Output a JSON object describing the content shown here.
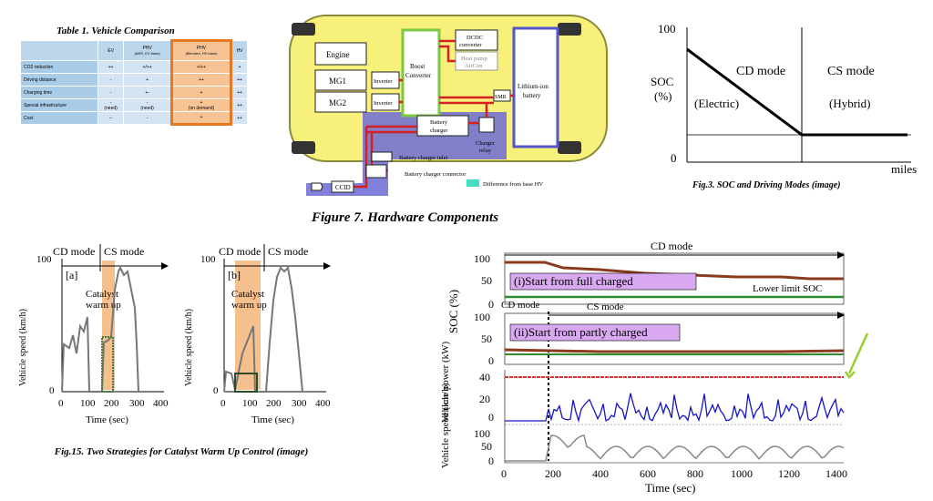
{
  "table1": {
    "title": "Table 1. Vehicle Comparison",
    "headers": [
      {
        "main": "",
        "sub": ""
      },
      {
        "main": "EV",
        "sub": ""
      },
      {
        "main": "PHV",
        "sub": "(AER, EV base)"
      },
      {
        "main": "PHV",
        "sub": "(Blended, HV base)"
      },
      {
        "main": "HV",
        "sub": ""
      }
    ],
    "rows": [
      {
        "label": "CO2 reduction",
        "cells": [
          "++",
          "+/++",
          "+/++",
          "+"
        ]
      },
      {
        "label": "Driving distance",
        "cells": [
          "-",
          "+",
          "++",
          "++"
        ]
      },
      {
        "label": "Charging time",
        "cells": [
          "-",
          "+-",
          "+",
          "++"
        ]
      },
      {
        "label": "Special infrastructure",
        "cells": [
          "-\n(need)",
          "-\n(need)",
          "+\n(on demand)",
          "++"
        ]
      },
      {
        "label": "Cost",
        "cells": [
          "--",
          "-",
          "+",
          "++"
        ]
      }
    ]
  },
  "hardware": {
    "caption": "Figure 7. Hardware Components",
    "labels": {
      "engine": "Engine",
      "mg1": "MG1",
      "mg2": "MG2",
      "inverter1": "Inverter",
      "inverter2": "Inverter",
      "boost": "Boost Converter",
      "dcdc": "DCDC converter",
      "heatpump": "Heat pump AirCon",
      "battery": "Lithium-ion battery",
      "smr": "SMR",
      "charger": "Battery charger",
      "relay": "Charger relay",
      "inlet": "Battery charger inlet",
      "connector": "Battery charger connector",
      "ccid": "CCID",
      "legend": "Difference from base HV"
    }
  },
  "fig3": {
    "caption": "Fig.3. SOC and Driving Modes (image)",
    "ylabel": "SOC\n(%)",
    "xlabel": "miles",
    "y_top": "100",
    "y_zero": "0",
    "cd_mode": "CD mode",
    "cs_mode": "CS mode",
    "electric": "(Electric)",
    "hybrid": "(Hybrid)"
  },
  "fig15": {
    "caption": "Fig.15. Two Strategies for Catalyst Warm Up Control (image)",
    "panels": [
      {
        "tag": "[a]",
        "cd": "CD mode",
        "cs": "CS mode",
        "warm": "Catalyst warm up"
      },
      {
        "tag": "[b]",
        "cd": "CD mode",
        "cs": "CS mode",
        "warm": "Catalyst warm up"
      }
    ],
    "ylabel": "Vehicle speed (km/h)",
    "xlabel": "Time (sec)",
    "y_ticks": [
      "100",
      "0"
    ],
    "x_ticks": [
      "0",
      "100",
      "200",
      "300",
      "400"
    ]
  },
  "timeseries": {
    "cd_mode_top": "CD mode",
    "label_i": "(i)Start from full charged",
    "lower_limit": "Lower limit SOC",
    "cd_mode_mid": "CD mode",
    "cs_mode_mid": "CS mode",
    "label_ii": "(ii)Start from partly charged",
    "soc_label": "SOC (%)",
    "power_label": "Vehicle power (kW)",
    "speed_label": "Vehicle speed (km/h)",
    "xlabel": "Time (sec)",
    "soc_ticks": [
      "100",
      "50",
      "0"
    ],
    "soc2_ticks": [
      "100",
      "50",
      "0"
    ],
    "power_ticks": [
      "40",
      "20",
      "0"
    ],
    "speed_ticks": [
      "100",
      "50",
      "0"
    ],
    "x_ticks": [
      "0",
      "200",
      "400",
      "600",
      "800",
      "1000",
      "1200",
      "1400"
    ]
  },
  "colors": {
    "soc_line": "#8b3a1e",
    "lower_limit": "#2e8b2e",
    "power_line": "#1515c8",
    "power_limit": "#e03030",
    "label_box": "#d8a8f0",
    "chassis": "#f7f07a",
    "highlight": "#6b6bd6",
    "orange_band": "#f6c08e"
  }
}
